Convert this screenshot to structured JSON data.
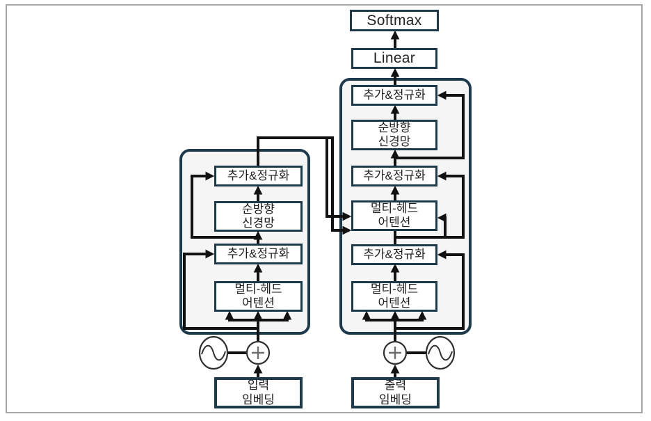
{
  "diagram_title": "Transformer encoder-decoder architecture",
  "top": {
    "softmax_label": "Softmax",
    "linear_label": "Linear"
  },
  "encoder": {
    "add_norm_top_label": "추가&정규화",
    "ffn_label_line1": "순방향",
    "ffn_label_line2": "신경망",
    "add_norm_bottom_label": "추가&정규화",
    "mha_label_line1": "멀티-헤드",
    "mha_label_line2": "어텐션",
    "embedding_label_line1": "입력",
    "embedding_label_line2": "임베딩"
  },
  "decoder": {
    "add_norm_top_label": "추가&정규화",
    "ffn_label_line1": "순방향",
    "ffn_label_line2": "신경망",
    "add_norm_middle_label": "추가&정규화",
    "mha_cross_label_line1": "멀티-헤드",
    "mha_cross_label_line2": "어텐션",
    "add_norm_bottom_label": "추가&정규화",
    "mha_self_label_line1": "멀티-헤드",
    "mha_self_label_line2": "어텐션",
    "embedding_label_line1": "출력",
    "embedding_label_line2": "임베딩"
  },
  "icons": {
    "positional_encoding_left": "sine-wave-icon",
    "add_left": "plus-circle-icon",
    "add_right": "plus-circle-icon",
    "positional_encoding_right": "sine-wave-icon"
  },
  "colors": {
    "box_border": "#1c3a4c",
    "line": "#121212",
    "container_fill": "#f5f5f6",
    "outer_border": "#a6a6a6",
    "text": "#1f1f1f",
    "icon_stroke": "#2f2f2f",
    "plus_glyph": "#6e6e6e"
  }
}
